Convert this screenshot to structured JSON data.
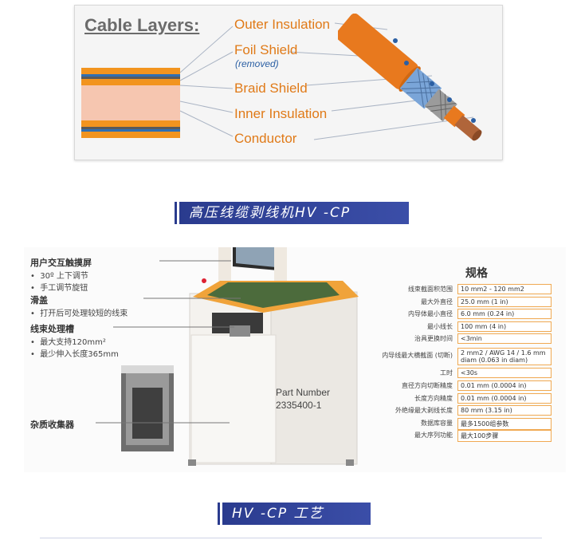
{
  "cable_panel": {
    "title": "Cable Layers:",
    "layers": [
      {
        "label": "Outer Insulation"
      },
      {
        "label": "Foil Shield",
        "sub": "(removed)"
      },
      {
        "label": "Braid Shield"
      },
      {
        "label": "Inner Insulation"
      },
      {
        "label": "Conductor"
      }
    ],
    "colors": {
      "label": "#e07a18",
      "sub": "#2b5fa3",
      "orange": "#f2941f",
      "blue": "#4a86c5",
      "copper": "#b0653a"
    }
  },
  "banner1": "高压线缆剥线机HV -CP",
  "banner2": "HV -CP 工艺",
  "annotations": {
    "touch": {
      "title": "用户交互触摸屏",
      "items": [
        "30º 上下调节",
        "手工调节旋钮"
      ]
    },
    "cover": {
      "title": "滑盖",
      "items": [
        "打开后可处理较短的线束"
      ]
    },
    "slot": {
      "title": "线束处理槽",
      "items": [
        "最大支持120mm²",
        "最少伸入长度365mm"
      ]
    },
    "debris": {
      "title": "杂质收集器"
    }
  },
  "part_number": {
    "label": "Part Number",
    "value": "2335400-1"
  },
  "spec": {
    "title": "规格",
    "rows": [
      {
        "key": "线束截面积范围",
        "value": "10 mm2 - 120 mm2"
      },
      {
        "key": "最大外直径",
        "value": "25.0 mm (1 in)"
      },
      {
        "key": "内导体最小直径",
        "value": "6.0 mm (0.24 in)"
      },
      {
        "key": "最小线长",
        "value": "100 mm (4 in)"
      },
      {
        "key": "治具更换时间",
        "value": "<3min"
      },
      {
        "key": "内导线最大横截面 (切断)",
        "value": "2 mm2 / AWG 14 / 1.6 mm diam (0.063 in diam)"
      },
      {
        "key": "工时",
        "value": "<30s"
      },
      {
        "key": "直径方向切断精度",
        "value": "0.01 mm (0.0004 in)"
      },
      {
        "key": "长度方向精度",
        "value": "0.01 mm (0.0004 in)"
      },
      {
        "key": "外绝缘最大剥线长度",
        "value": "80 mm (3.15 in)"
      },
      {
        "key": "数据库容量",
        "value": "最多1500组参数"
      },
      {
        "key": "最大序列功能",
        "value": "最大100步骤"
      }
    ],
    "border_color": "#f0a952"
  }
}
